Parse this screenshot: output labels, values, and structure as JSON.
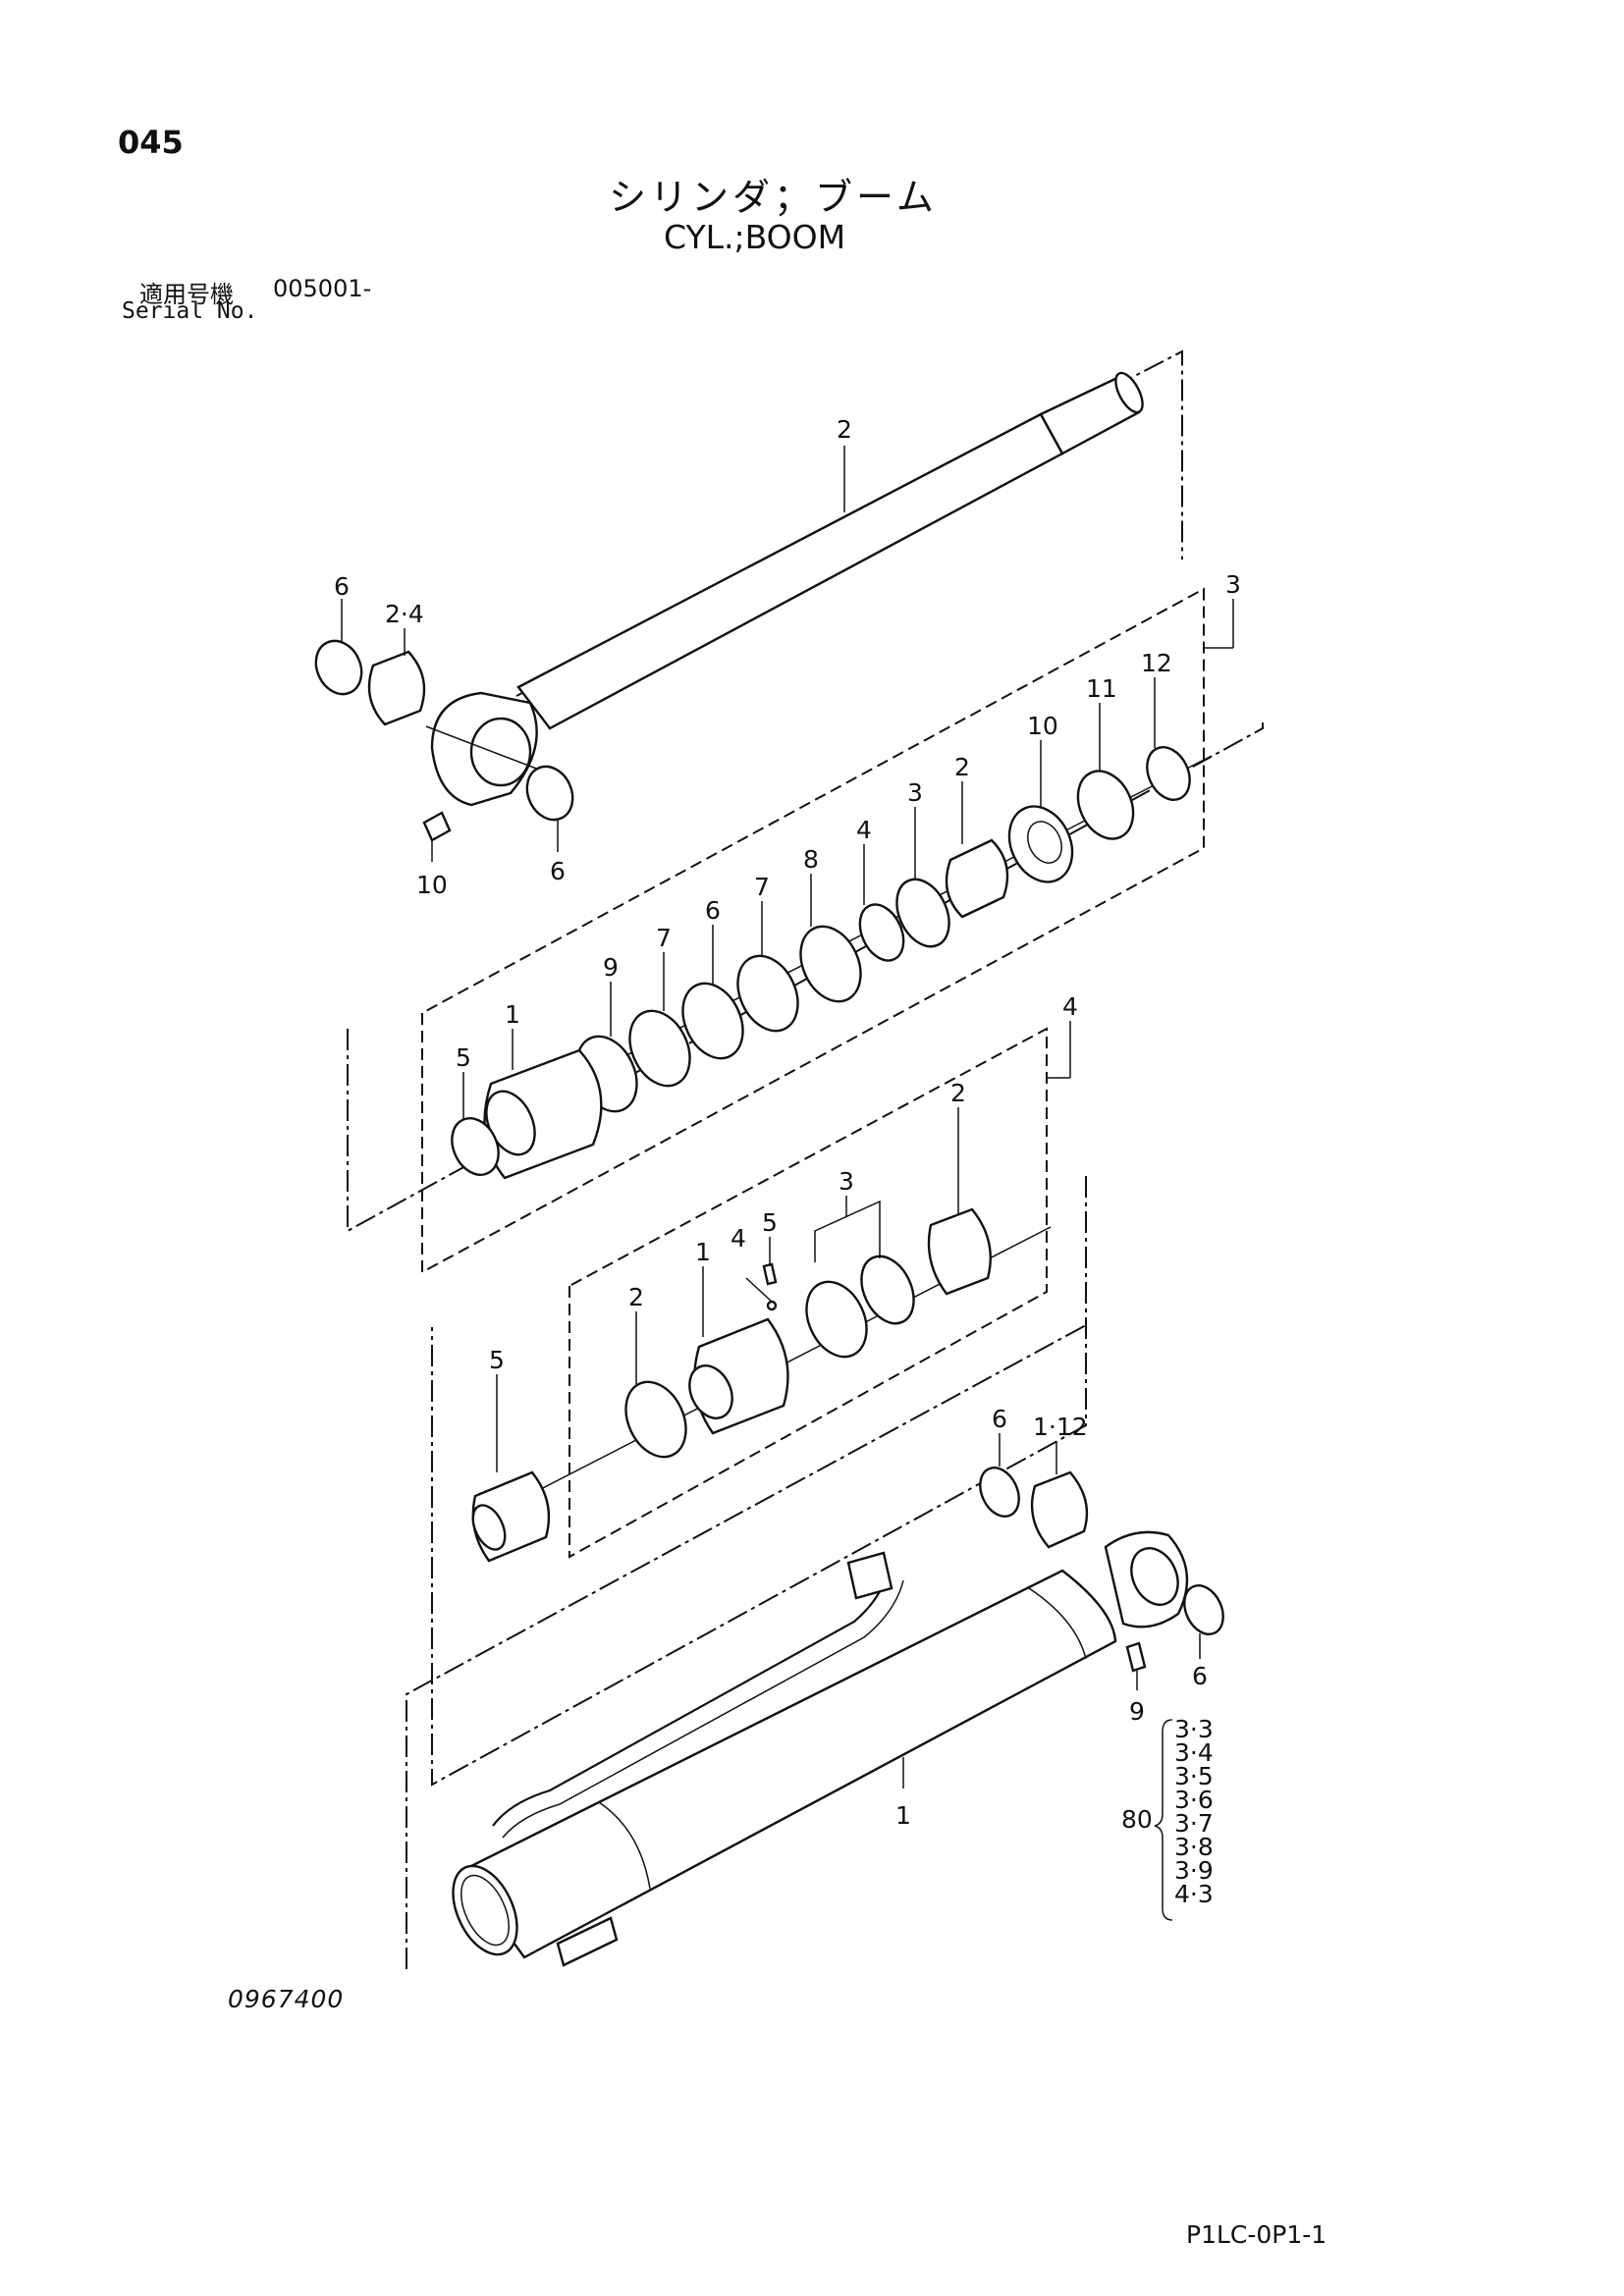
{
  "header": {
    "page_number": "045",
    "title_ja": "シリンダ；ブーム",
    "title_en": "CYL.;BOOM",
    "serial_label_ja": "適用号機",
    "serial_number": "005001-",
    "serial_label_en": "Serial No."
  },
  "footer": {
    "drawing_number": "0967400",
    "page_code": "P1LC-0P1-1"
  },
  "callouts": {
    "rod": "2",
    "rod_ring": "6",
    "rod_bushing": "2·4",
    "rod_ring_lower": "6",
    "rod_grease_fitting": "10",
    "head_kit": "3",
    "head_12": "12",
    "head_11": "11",
    "head_10": "10",
    "head_2": "2",
    "head_3": "3",
    "head_4": "4",
    "head_8": "8",
    "head_7a": "7",
    "head_6": "6",
    "head_7b": "7",
    "head_9": "9",
    "head_1": "1",
    "head_5": "5",
    "piston_kit": "4",
    "piston_2a": "2",
    "piston_3": "3",
    "piston_5a": "5",
    "piston_4": "4",
    "piston_1": "1",
    "piston_2b": "2",
    "piston_5b": "5",
    "tube_ring": "6",
    "tube_bushing": "1·12",
    "tube_ring_right": "6",
    "tube_grease_fitting": "9",
    "tube": "1"
  },
  "seal_kit": {
    "label": "80",
    "items": [
      "3·3",
      "3·4",
      "3·5",
      "3·6",
      "3·7",
      "3·8",
      "3·9",
      "4·3"
    ]
  }
}
